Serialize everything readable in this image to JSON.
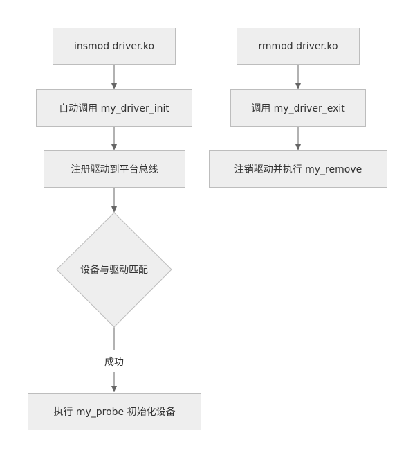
{
  "diagram": {
    "left_flow": {
      "insmod": "insmod driver.ko",
      "auto_call_init": "自动调用 my_driver_init",
      "register_driver": "注册驱动到平台总线",
      "match_decision": "设备与驱动匹配",
      "success_label": "成功",
      "probe": "执行 my_probe 初始化设备"
    },
    "right_flow": {
      "rmmod": "rmmod driver.ko",
      "call_exit": "调用 my_driver_exit",
      "unregister": "注销驱动并执行 my_remove"
    }
  },
  "colors": {
    "node_fill": "#eeeeee",
    "node_border": "#bdbdbd",
    "arrow": "#666666",
    "text": "#333333"
  }
}
